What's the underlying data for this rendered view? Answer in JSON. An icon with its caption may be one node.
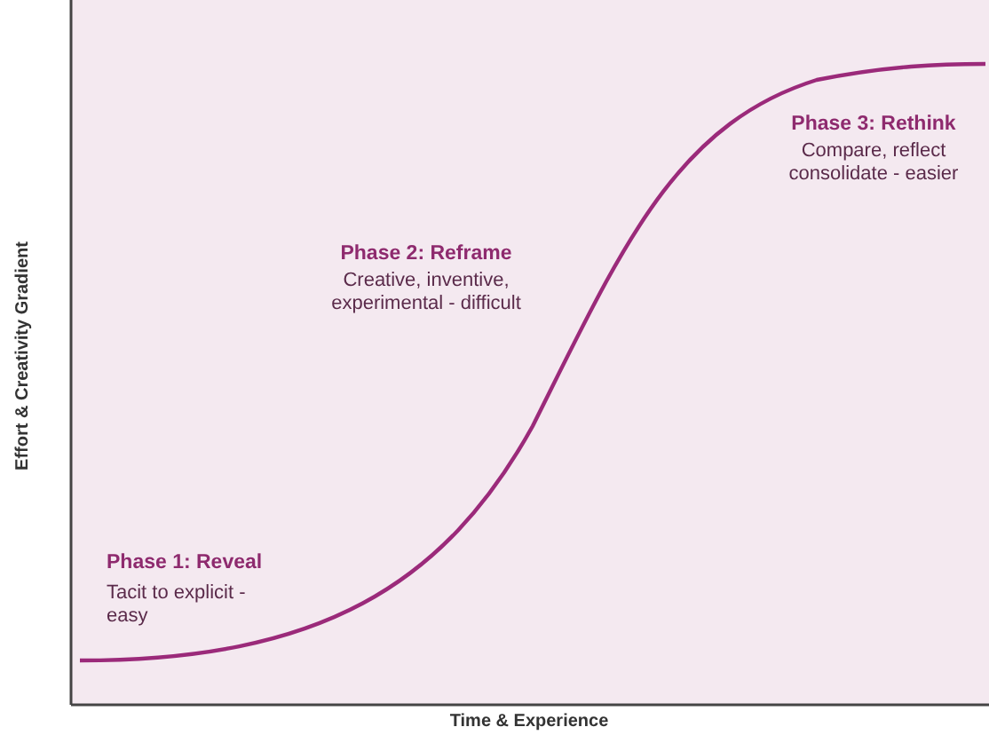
{
  "diagram": {
    "labels": [
      "Effort & Creativity Gradient",
      "Phase 3: Rethink",
      "Compare, reflect consolidate - easier",
      "Phase 2: Reframe",
      "Creative, inventive, experimental - difficult",
      "Phase 1: Reveal",
      "Tacit to explicit - easy",
      "Time & Experience"
    ]
  }
}
